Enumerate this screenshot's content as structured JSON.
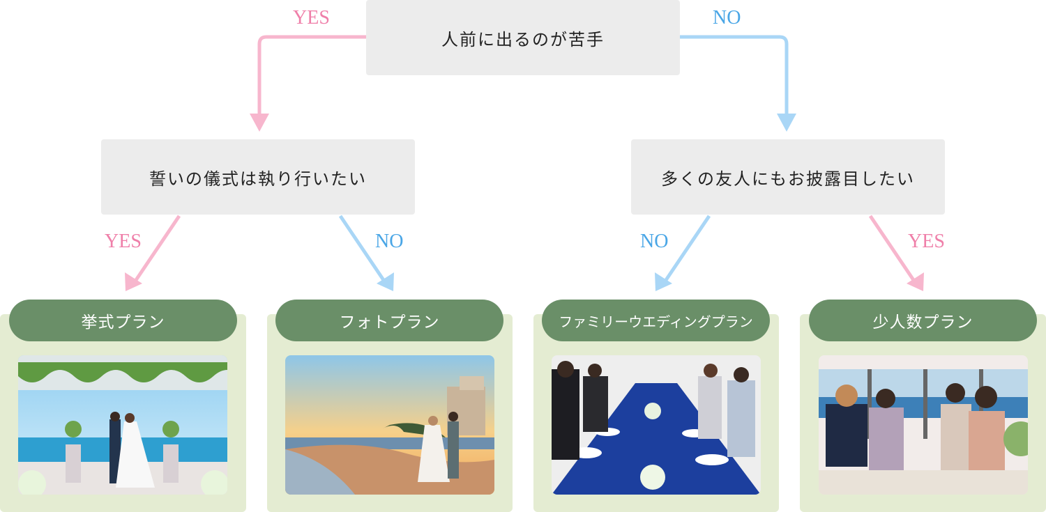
{
  "colors": {
    "yes": "#ef7fa9",
    "no": "#4aa6e6",
    "question_bg": "#ececec",
    "plan_pill": "#6a8f68",
    "plan_card": "#e4ecd2"
  },
  "questions": {
    "root": "人前に出るのが苦手",
    "left": "誓いの儀式は執り行いたい",
    "right": "多くの友人にもお披露目したい"
  },
  "branches": {
    "root_yes": "YES",
    "root_no": "NO",
    "left_yes": "YES",
    "left_no": "NO",
    "right_no": "NO",
    "right_yes": "YES"
  },
  "plans": [
    {
      "name": "挙式プラン",
      "photo": "chapel-ceremony-photo"
    },
    {
      "name": "フォトプラン",
      "photo": "beach-sunset-photo"
    },
    {
      "name": "ファミリーウエディングプラン",
      "photo": "banquet-table-photo"
    },
    {
      "name": "少人数プラン",
      "photo": "small-party-photo"
    }
  ]
}
